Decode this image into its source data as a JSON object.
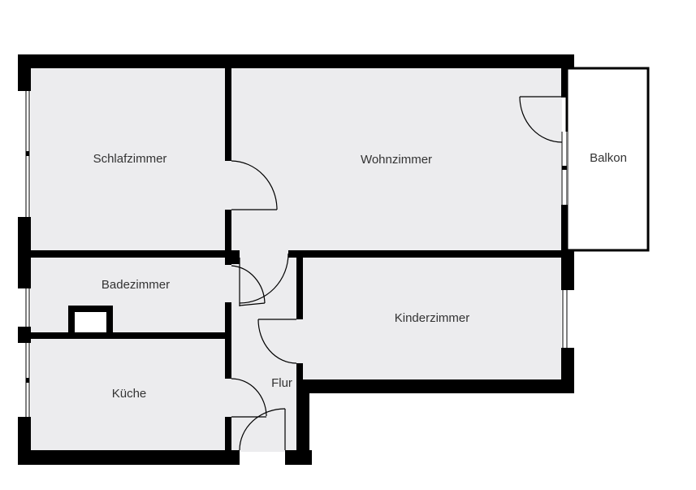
{
  "rooms": {
    "schlafzimmer": "Schlafzimmer",
    "wohnzimmer": "Wohnzimmer",
    "balkon": "Balkon",
    "badezimmer": "Badezimmer",
    "kinderzimmer": "Kinderzimmer",
    "kueche": "Küche",
    "flur": "Flur"
  },
  "colors": {
    "floor": "#ececee",
    "wall": "#000000",
    "label": "#333333"
  }
}
